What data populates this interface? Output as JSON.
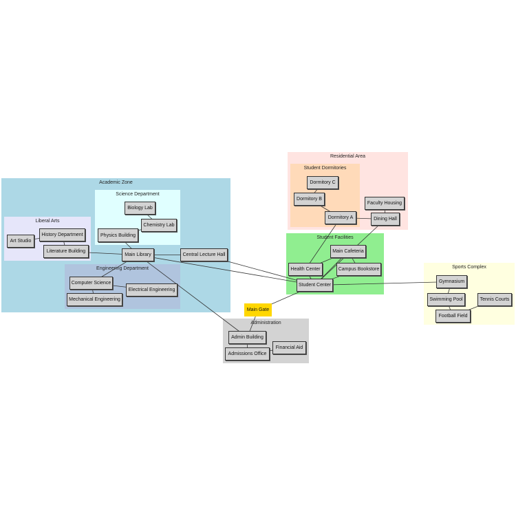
{
  "clusters": {
    "academic": {
      "label": "Academic Zone",
      "color": "#add8e6"
    },
    "science": {
      "label": "Science Department",
      "color": "#e0ffff"
    },
    "liberal": {
      "label": "Liberal Arts",
      "color": "#e6e6fa"
    },
    "engineering": {
      "label": "Engineering Department",
      "color": "#b0c4de"
    },
    "residential": {
      "label": "Residential Area",
      "color": "#ffe4e1"
    },
    "dormitories": {
      "label": "Student Dormitories",
      "color": "#ffdab9"
    },
    "facilities": {
      "label": "Student Facilities",
      "color": "#90ee90"
    },
    "sports": {
      "label": "Sports Complex",
      "color": "#ffffe0"
    },
    "administration": {
      "label": "Administration",
      "color": "#d3d3d3"
    }
  },
  "nodes": {
    "biology_lab": "Biology Lab",
    "chemistry_lab": "Chemistry Lab",
    "physics_building": "Physics Building",
    "history_department": "History Department",
    "art_studio": "Art Studio",
    "literature_building": "Literature Building",
    "main_library": "Main Library",
    "central_lecture_hall": "Central Lecture Hall",
    "computer_science": "Computer Science",
    "electrical_engineering": "Electrical Engineering",
    "mechanical_engineering": "Mechanical Engineering",
    "dormitory_c": "Dormitory C",
    "dormitory_b": "Dormitory B",
    "dormitory_a": "Dormitory A",
    "faculty_housing": "Faculty Housing",
    "dining_hall": "Dining Hall",
    "main_cafeteria": "Main Cafeteria",
    "health_center": "Health Center",
    "campus_bookstore": "Campus Bookstore",
    "student_center": "Student Center",
    "gymnasium": "Gymnasium",
    "swimming_pool": "Swimming Pool",
    "tennis_courts": "Tennis Courts",
    "football_field": "Football Field",
    "main_gate": "Main Gate",
    "admin_building": "Admin Building",
    "admissions_office": "Admissions Office",
    "financial_aid": "Financial Aid"
  },
  "edges": [
    [
      "biology_lab",
      "chemistry_lab"
    ],
    [
      "chemistry_lab",
      "physics_building"
    ],
    [
      "physics_building",
      "main_library"
    ],
    [
      "art_studio",
      "history_department"
    ],
    [
      "history_department",
      "literature_building"
    ],
    [
      "literature_building",
      "main_library"
    ],
    [
      "main_library",
      "central_lecture_hall"
    ],
    [
      "main_library",
      "computer_science"
    ],
    [
      "main_library",
      "student_center"
    ],
    [
      "main_library",
      "admin_building"
    ],
    [
      "computer_science",
      "electrical_engineering"
    ],
    [
      "computer_science",
      "mechanical_engineering"
    ],
    [
      "central_lecture_hall",
      "student_center"
    ],
    [
      "dormitory_c",
      "dormitory_b"
    ],
    [
      "dormitory_b",
      "dormitory_a"
    ],
    [
      "dormitory_a",
      "dining_hall"
    ],
    [
      "faculty_housing",
      "dining_hall"
    ],
    [
      "dormitory_a",
      "health_center"
    ],
    [
      "dining_hall",
      "student_center"
    ],
    [
      "main_cafeteria",
      "student_center"
    ],
    [
      "main_cafeteria",
      "campus_bookstore"
    ],
    [
      "health_center",
      "main_cafeteria"
    ],
    [
      "health_center",
      "student_center"
    ],
    [
      "campus_bookstore",
      "student_center"
    ],
    [
      "student_center",
      "gymnasium"
    ],
    [
      "student_center",
      "main_gate"
    ],
    [
      "gymnasium",
      "swimming_pool"
    ],
    [
      "swimming_pool",
      "football_field"
    ],
    [
      "football_field",
      "tennis_courts"
    ],
    [
      "main_gate",
      "admin_building"
    ],
    [
      "admin_building",
      "admissions_office"
    ],
    [
      "admissions_office",
      "financial_aid"
    ]
  ]
}
